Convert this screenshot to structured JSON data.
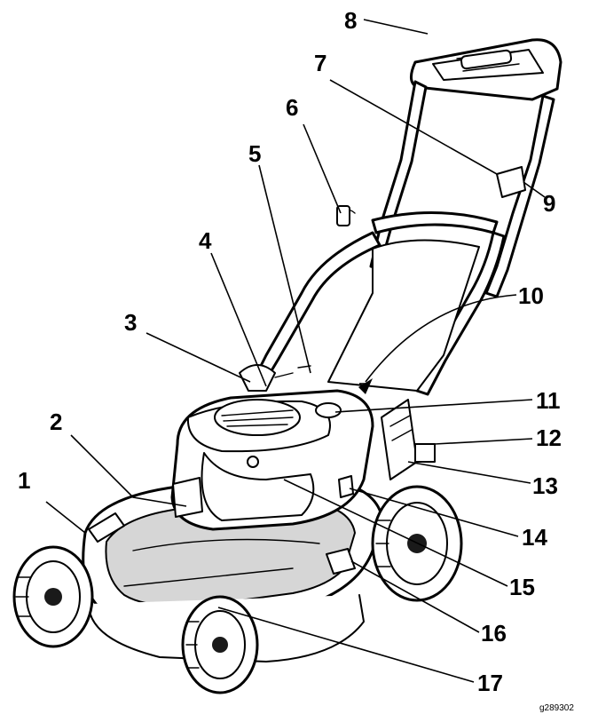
{
  "callouts": [
    {
      "id": "1",
      "label": "1"
    },
    {
      "id": "2",
      "label": "2"
    },
    {
      "id": "3",
      "label": "3"
    },
    {
      "id": "4",
      "label": "4"
    },
    {
      "id": "5",
      "label": "5"
    },
    {
      "id": "6",
      "label": "6"
    },
    {
      "id": "7",
      "label": "7"
    },
    {
      "id": "8",
      "label": "8"
    },
    {
      "id": "9",
      "label": "9"
    },
    {
      "id": "10",
      "label": "10"
    },
    {
      "id": "11",
      "label": "11"
    },
    {
      "id": "12",
      "label": "12"
    },
    {
      "id": "13",
      "label": "13"
    },
    {
      "id": "14",
      "label": "14"
    },
    {
      "id": "15",
      "label": "15"
    },
    {
      "id": "16",
      "label": "16"
    },
    {
      "id": "17",
      "label": "17"
    }
  ],
  "figure_id": "g289302",
  "colors": {
    "ink": "#000000",
    "shade": "#d6d6d6",
    "background": "#ffffff"
  }
}
